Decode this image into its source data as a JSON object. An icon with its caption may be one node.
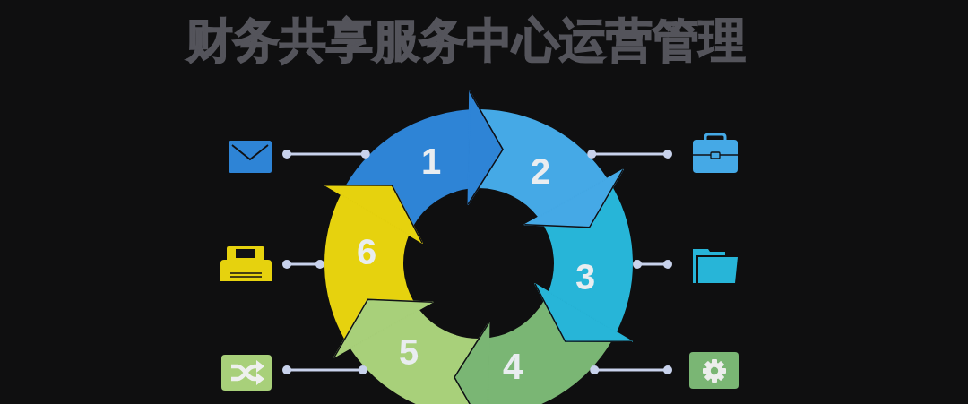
{
  "diagram": {
    "title": "财务共享服务中心运营管理",
    "nodes": [
      {
        "text": [
          "1"
        ]
      },
      {
        "text": [
          "2"
        ]
      },
      {
        "text": [
          "3"
        ]
      },
      {
        "text": [
          "4"
        ]
      },
      {
        "text": [
          "5"
        ]
      },
      {
        "text": [
          "6"
        ]
      },
      {
        "text": [],
        "shape": "picture"
      },
      {
        "text": [],
        "shape": "picture"
      },
      {
        "text": [],
        "shape": "picture"
      },
      {
        "text": [],
        "shape": "picture"
      },
      {
        "text": [],
        "shape": "picture"
      },
      {
        "text": [],
        "shape": "picture"
      }
    ],
    "edges": [
      {
        "from": 0,
        "to": 1,
        "arrow": "to",
        "color": "#2e84d6"
      },
      {
        "from": 1,
        "to": 2,
        "arrow": "to",
        "color": "#45a9e6"
      },
      {
        "from": 2,
        "to": 3,
        "arrow": "to",
        "color": "#27b5d8"
      },
      {
        "from": 3,
        "to": 4,
        "arrow": "to",
        "color": "#7ab674"
      },
      {
        "from": 4,
        "to": 5,
        "arrow": "to",
        "color": "#a8d07a"
      },
      {
        "from": 5,
        "to": 0,
        "arrow": "to",
        "color": "#e6d20e"
      },
      {
        "from": 6,
        "to": 0,
        "arrow": "other"
      },
      {
        "from": 7,
        "to": 1,
        "arrow": "other"
      },
      {
        "from": 8,
        "to": 5,
        "arrow": "other"
      },
      {
        "from": 9,
        "to": 2,
        "arrow": "other"
      },
      {
        "from": 10,
        "to": 4,
        "arrow": "other"
      },
      {
        "from": 11,
        "to": 3,
        "arrow": "other"
      }
    ]
  }
}
